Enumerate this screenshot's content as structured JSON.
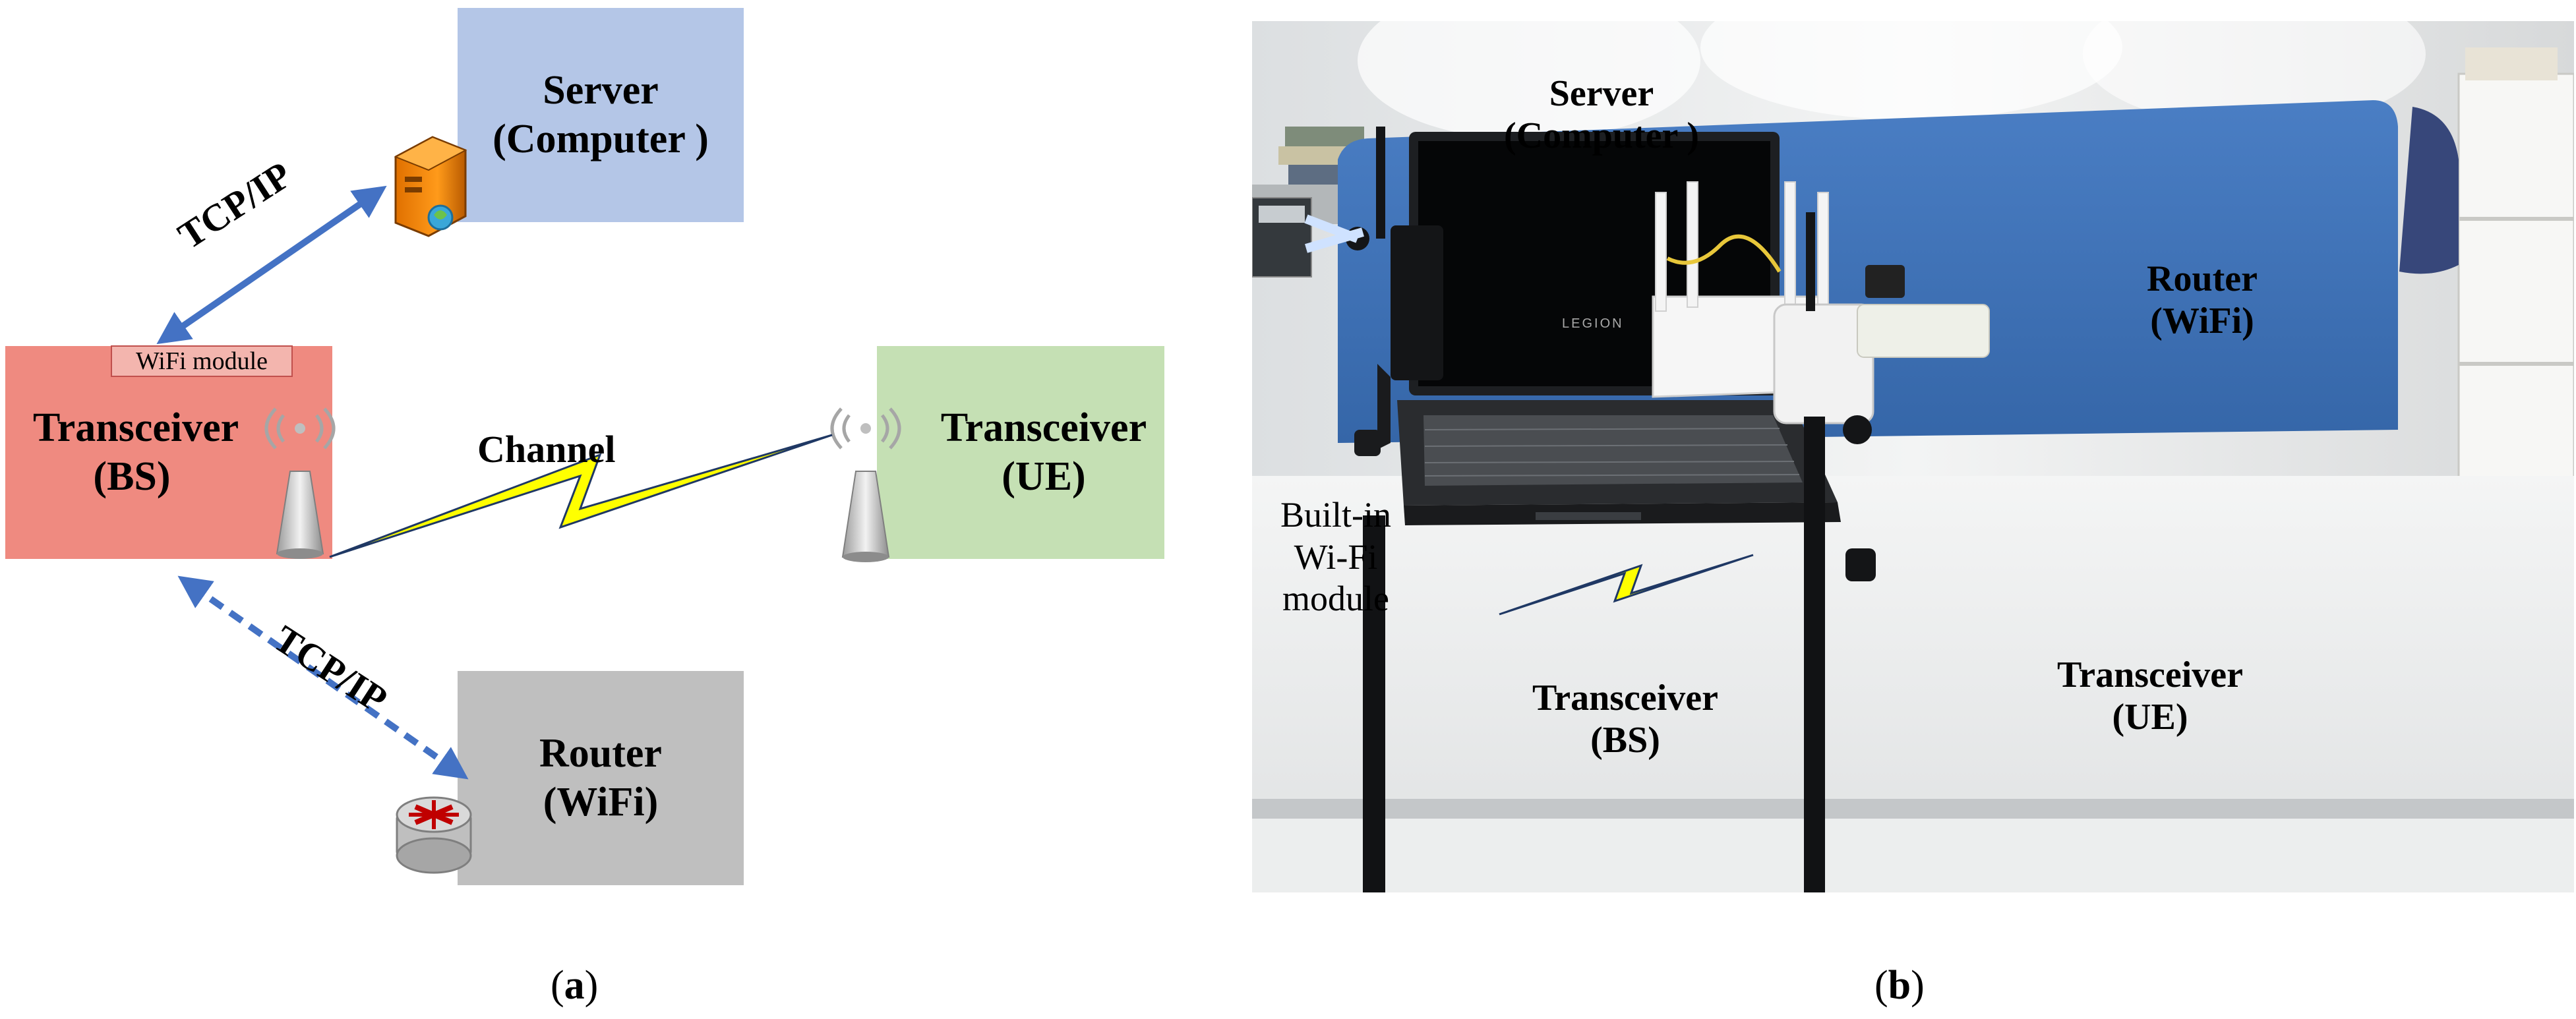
{
  "panel_a": {
    "server": {
      "line1": "Server",
      "line2": "(Computer )"
    },
    "transceiver_bs": {
      "module_label": "WiFi module",
      "line1": "Transceiver",
      "line2": "(BS)"
    },
    "transceiver_ue": {
      "line1": "Transceiver",
      "line2": "(UE)"
    },
    "router": {
      "line1": "Router",
      "line2": "(WiFi)"
    },
    "tcp_top": "TCP/IP",
    "tcp_bottom": "TCP/IP",
    "channel": "Channel",
    "caption_open": "(",
    "caption_letter": "a",
    "caption_close": ")"
  },
  "panel_b": {
    "server": {
      "line1": "Server",
      "line2": "(Computer )"
    },
    "router": {
      "line1": "Router",
      "line2": "(WiFi)"
    },
    "builtin": {
      "line1": "Built-in",
      "line2": "Wi-Fi",
      "line3": "module"
    },
    "transceiver_bs": {
      "line1": "Transceiver",
      "line2": "(BS)"
    },
    "transceiver_ue": {
      "line1": "Transceiver",
      "line2": "(UE)"
    },
    "laptop_brand": "LEGION",
    "caption_open": "(",
    "caption_letter": "b",
    "caption_close": ")"
  },
  "colors": {
    "server_box": "#b4c6e7",
    "bs_box": "#ef8a80",
    "ue_box": "#c5e0b4",
    "router_box": "#bfbfbf",
    "arrow_blue": "#4472c4",
    "lightning": "#ffff00"
  }
}
